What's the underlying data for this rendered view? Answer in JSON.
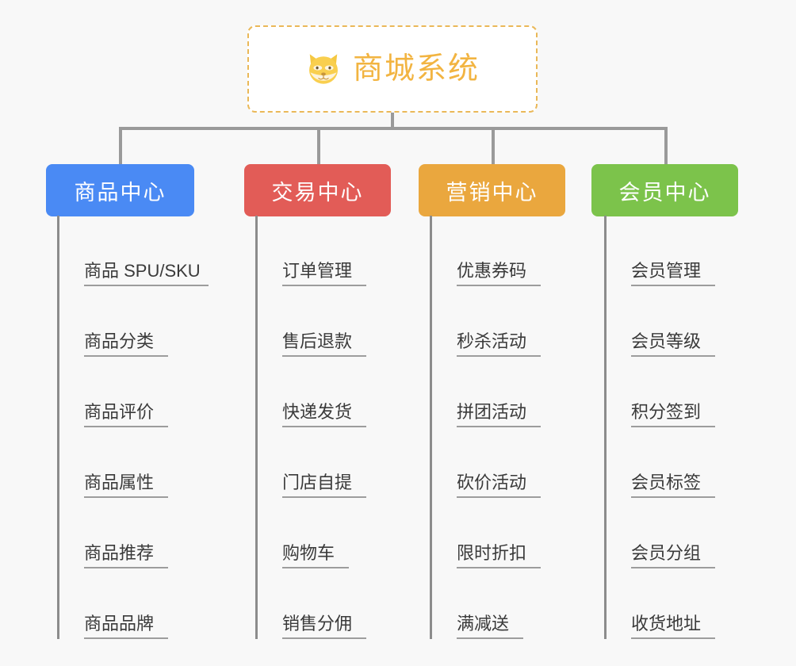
{
  "root": {
    "title": "商城系统",
    "icon": "shiba-dog-icon",
    "border_color": "#eab858",
    "text_color": "#f2b441",
    "background": "#ffffff"
  },
  "canvas": {
    "background": "#f8f8f8",
    "connector_color": "#9a9a9a"
  },
  "branches": [
    {
      "id": "product-center",
      "title": "商品中心",
      "color": "#4a8af4",
      "items": [
        "商品 SPU/SKU",
        "商品分类",
        "商品评价",
        "商品属性",
        "商品推荐",
        "商品品牌"
      ]
    },
    {
      "id": "trade-center",
      "title": "交易中心",
      "color": "#e25c57",
      "items": [
        "订单管理",
        "售后退款",
        "快递发货",
        "门店自提",
        "购物车",
        "销售分佣"
      ]
    },
    {
      "id": "marketing-center",
      "title": "营销中心",
      "color": "#eaa73e",
      "items": [
        "优惠券码",
        "秒杀活动",
        "拼团活动",
        "砍价活动",
        "限时折扣",
        "满减送"
      ]
    },
    {
      "id": "member-center",
      "title": "会员中心",
      "color": "#7cc34b",
      "items": [
        "会员管理",
        "会员等级",
        "积分签到",
        "会员标签",
        "会员分组",
        "收货地址"
      ]
    }
  ]
}
